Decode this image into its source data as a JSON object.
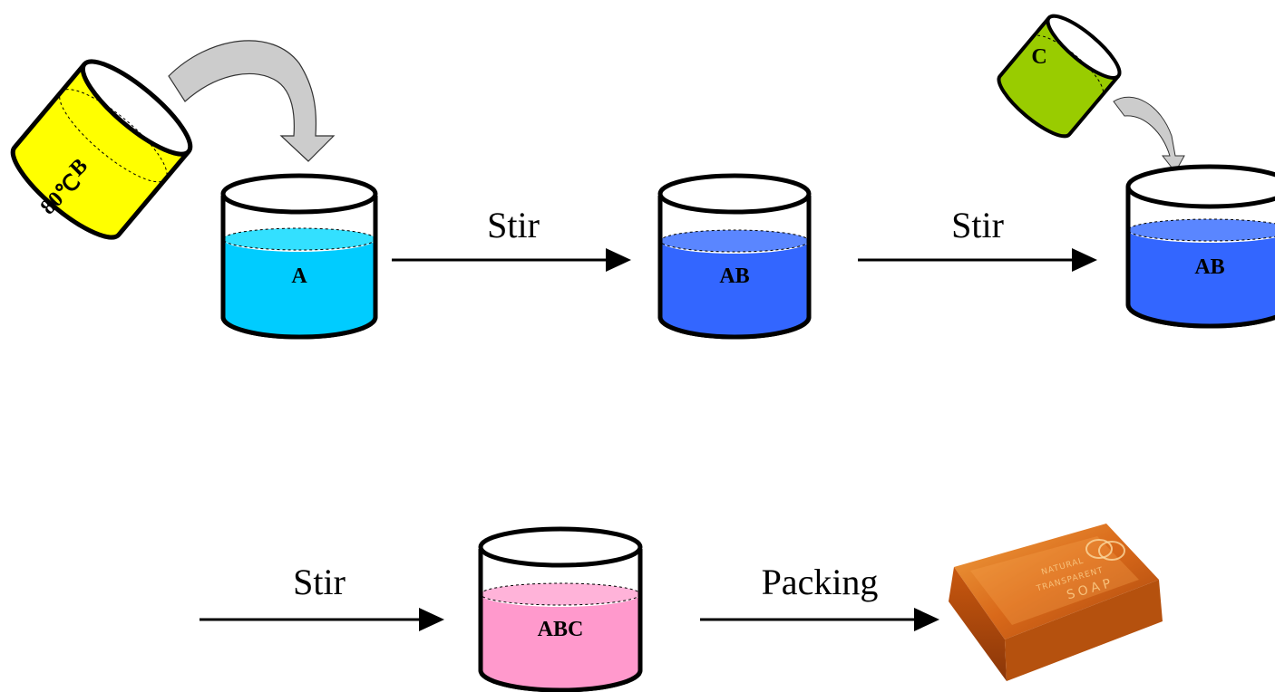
{
  "beakers": {
    "a": {
      "label": "A",
      "color": "#00ccff",
      "surface": "#33e0ff"
    },
    "ab1": {
      "label": "AB",
      "color": "#3366ff",
      "surface": "#5a86ff"
    },
    "ab2": {
      "label": "AB",
      "color": "#3366ff",
      "surface": "#5a86ff"
    },
    "abc": {
      "label": "ABC",
      "color": "#ff99cc",
      "surface": "#ffb3d9"
    }
  },
  "pour_b": {
    "label": "B",
    "temperature": "80℃",
    "color": "#ffff00"
  },
  "pour_c": {
    "label": "C",
    "color": "#99cc00"
  },
  "steps": {
    "stir1": "Stir",
    "stir2": "Stir",
    "stir3": "Stir",
    "packing": "Packing"
  },
  "soap": {
    "line1": "NATURAL",
    "line2": "TRANSPARENT",
    "line3": "SOAP",
    "color": "#e07a1a"
  }
}
